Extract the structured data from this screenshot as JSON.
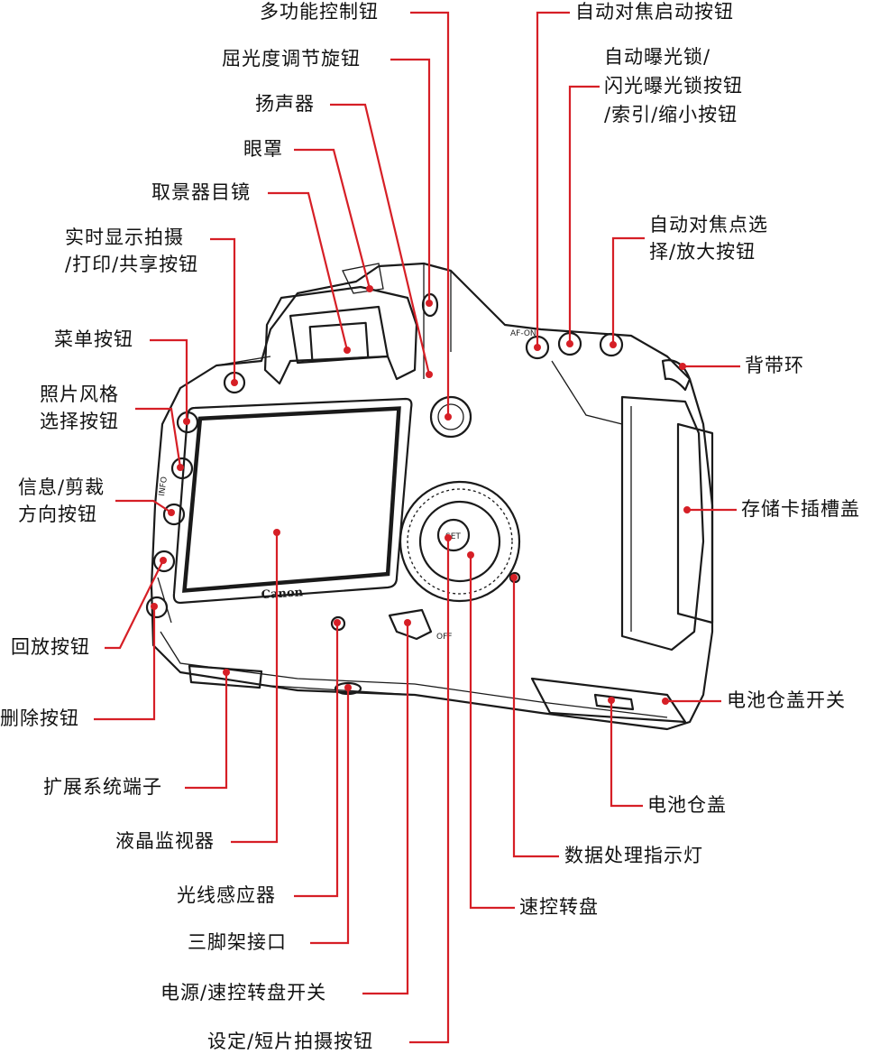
{
  "brand": "Canon",
  "button_marks": {
    "set": "SET",
    "info": "INFO",
    "af_on": "AF-ON",
    "off": "OFF"
  },
  "labels": {
    "multi_controller": "多功能控制钮",
    "diopter": "屈光度调节旋钮",
    "speaker": "扬声器",
    "eyecup": "眼罩",
    "eyepiece": "取景器目镜",
    "live_view_1": "实时显示拍摄",
    "live_view_2": "/打印/共享按钮",
    "menu": "菜单按钮",
    "picture_style_1": "照片风格",
    "picture_style_2": "选择按钮",
    "info_1": "信息/剪裁",
    "info_2": "方向按钮",
    "playback": "回放按钮",
    "erase": "删除按钮",
    "ext_terminal": "扩展系统端子",
    "lcd": "液晶监视器",
    "light_sensor": "光线感应器",
    "tripod": "三脚架接口",
    "power_switch": "电源/速控转盘开关",
    "set_button": "设定/短片拍摄按钮",
    "af_start": "自动对焦启动按钮",
    "ae_lock_1": "自动曝光锁/",
    "ae_lock_2": "闪光曝光锁按钮",
    "ae_lock_3": "/索引/缩小按钮",
    "af_point_1": "自动对焦点选",
    "af_point_2": "择/放大按钮",
    "strap": "背带环",
    "card_cover": "存储卡插槽盖",
    "battery_lever": "电池仓盖开关",
    "battery_cover": "电池仓盖",
    "access_lamp": "数据处理指示灯",
    "quick_dial": "速控转盘"
  },
  "colors": {
    "leader": "#d61f26",
    "outline": "#1a1a1a",
    "text": "#111111"
  }
}
